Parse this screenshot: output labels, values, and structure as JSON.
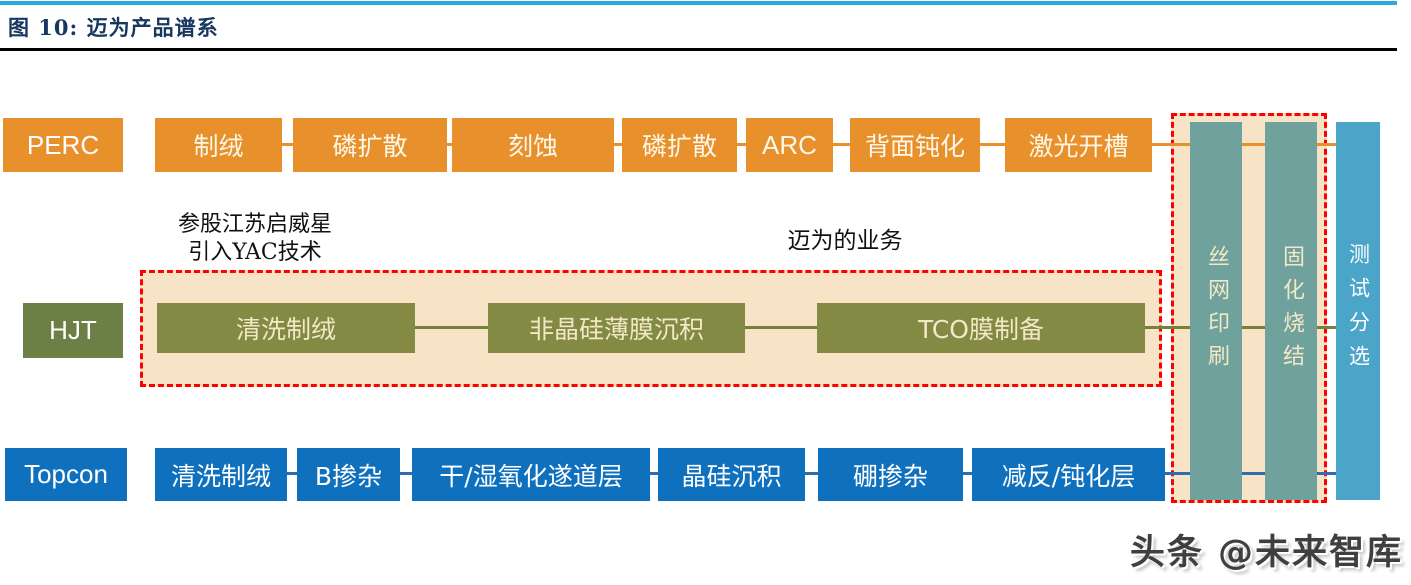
{
  "page": {
    "title": "图 10: 迈为产品谱系",
    "watermark": "头条 @未来智库"
  },
  "annotations": {
    "hjt_note_line1": "参股江苏启威星",
    "hjt_note_line2": "引入YAC技术",
    "business_label": "迈为的业务"
  },
  "rows": [
    {
      "id": "perc",
      "label": "PERC",
      "steps": [
        "制绒",
        "磷扩散",
        "刻蚀",
        "磷扩散",
        "ARC",
        "背面钝化",
        "激光开槽"
      ]
    },
    {
      "id": "hjt",
      "label": "HJT",
      "steps": [
        "清洗制绒",
        "非晶硅薄膜沉积",
        "TCO膜制备"
      ]
    },
    {
      "id": "topcon",
      "label": "Topcon",
      "steps": [
        "清洗制绒",
        "B掺杂",
        "干/湿氧化遂道层",
        "晶硅沉积",
        "硼掺杂",
        "减反/钝化层"
      ]
    }
  ],
  "shared_steps": [
    "丝网印刷",
    "固化烧结"
  ],
  "final_step": "测试分选",
  "colors": {
    "perc_orange": "#E8912C",
    "hjt_box_olive": "#828A44",
    "hjt_label_green": "#6C8045",
    "topcon_blue": "#0F70BE",
    "teal_column": "#6FA29C",
    "final_column_blue": "#4AA5C9",
    "highlight_fill": "#F7E3C6",
    "highlight_border": "#FF0000",
    "title_navy": "#17375E",
    "top_rule_blue": "#29ABE2",
    "cream_text": "#F2E8C6"
  }
}
